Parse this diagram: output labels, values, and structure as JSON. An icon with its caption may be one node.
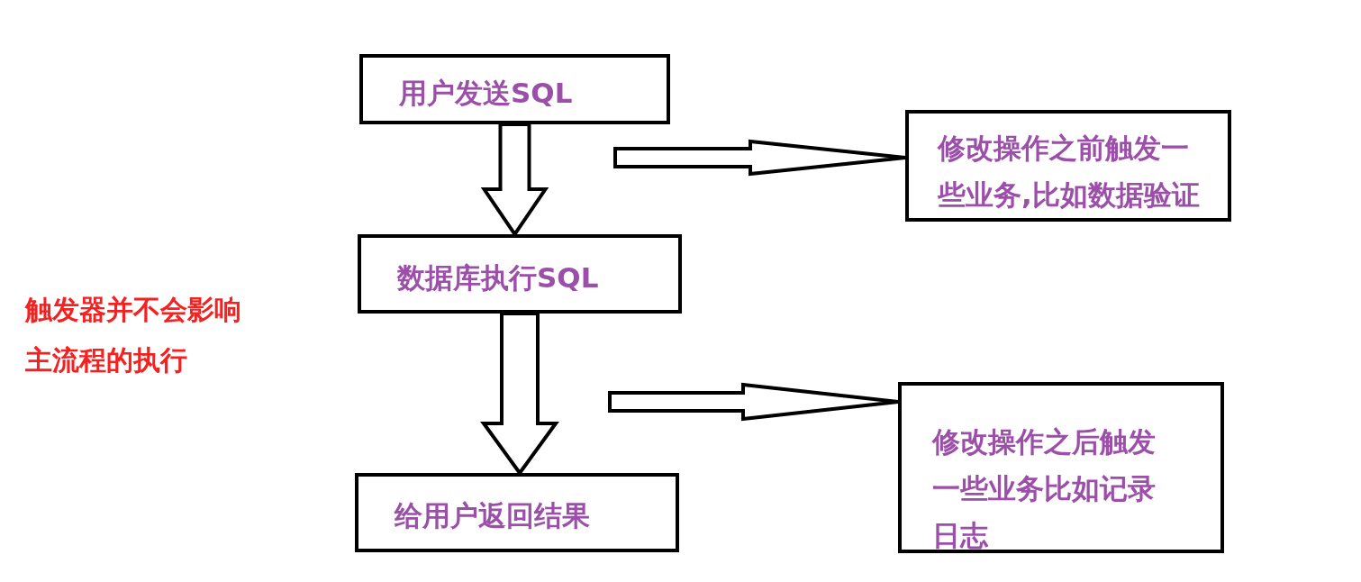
{
  "diagram": {
    "nodes": [
      {
        "text": [
          "用户发送SQL"
        ]
      },
      {
        "text": [
          "修改操作之前触发一些业务,比如数据验证"
        ]
      },
      {
        "text": [
          "数据库执行SQL"
        ]
      },
      {
        "text": [
          "修改操作之后触发一些业务比如记录日志"
        ]
      },
      {
        "text": [
          "给用户返回结果"
        ]
      }
    ],
    "edges": [
      {
        "from": 0,
        "to": 2,
        "arrow": "to"
      },
      {
        "from": null,
        "to": 1,
        "arrow": "to"
      },
      {
        "from": 2,
        "to": 4,
        "arrow": "to"
      },
      {
        "from": null,
        "to": 3,
        "arrow": "to"
      }
    ],
    "labels": [
      "触发器并不会影响主流程的执行"
    ]
  }
}
